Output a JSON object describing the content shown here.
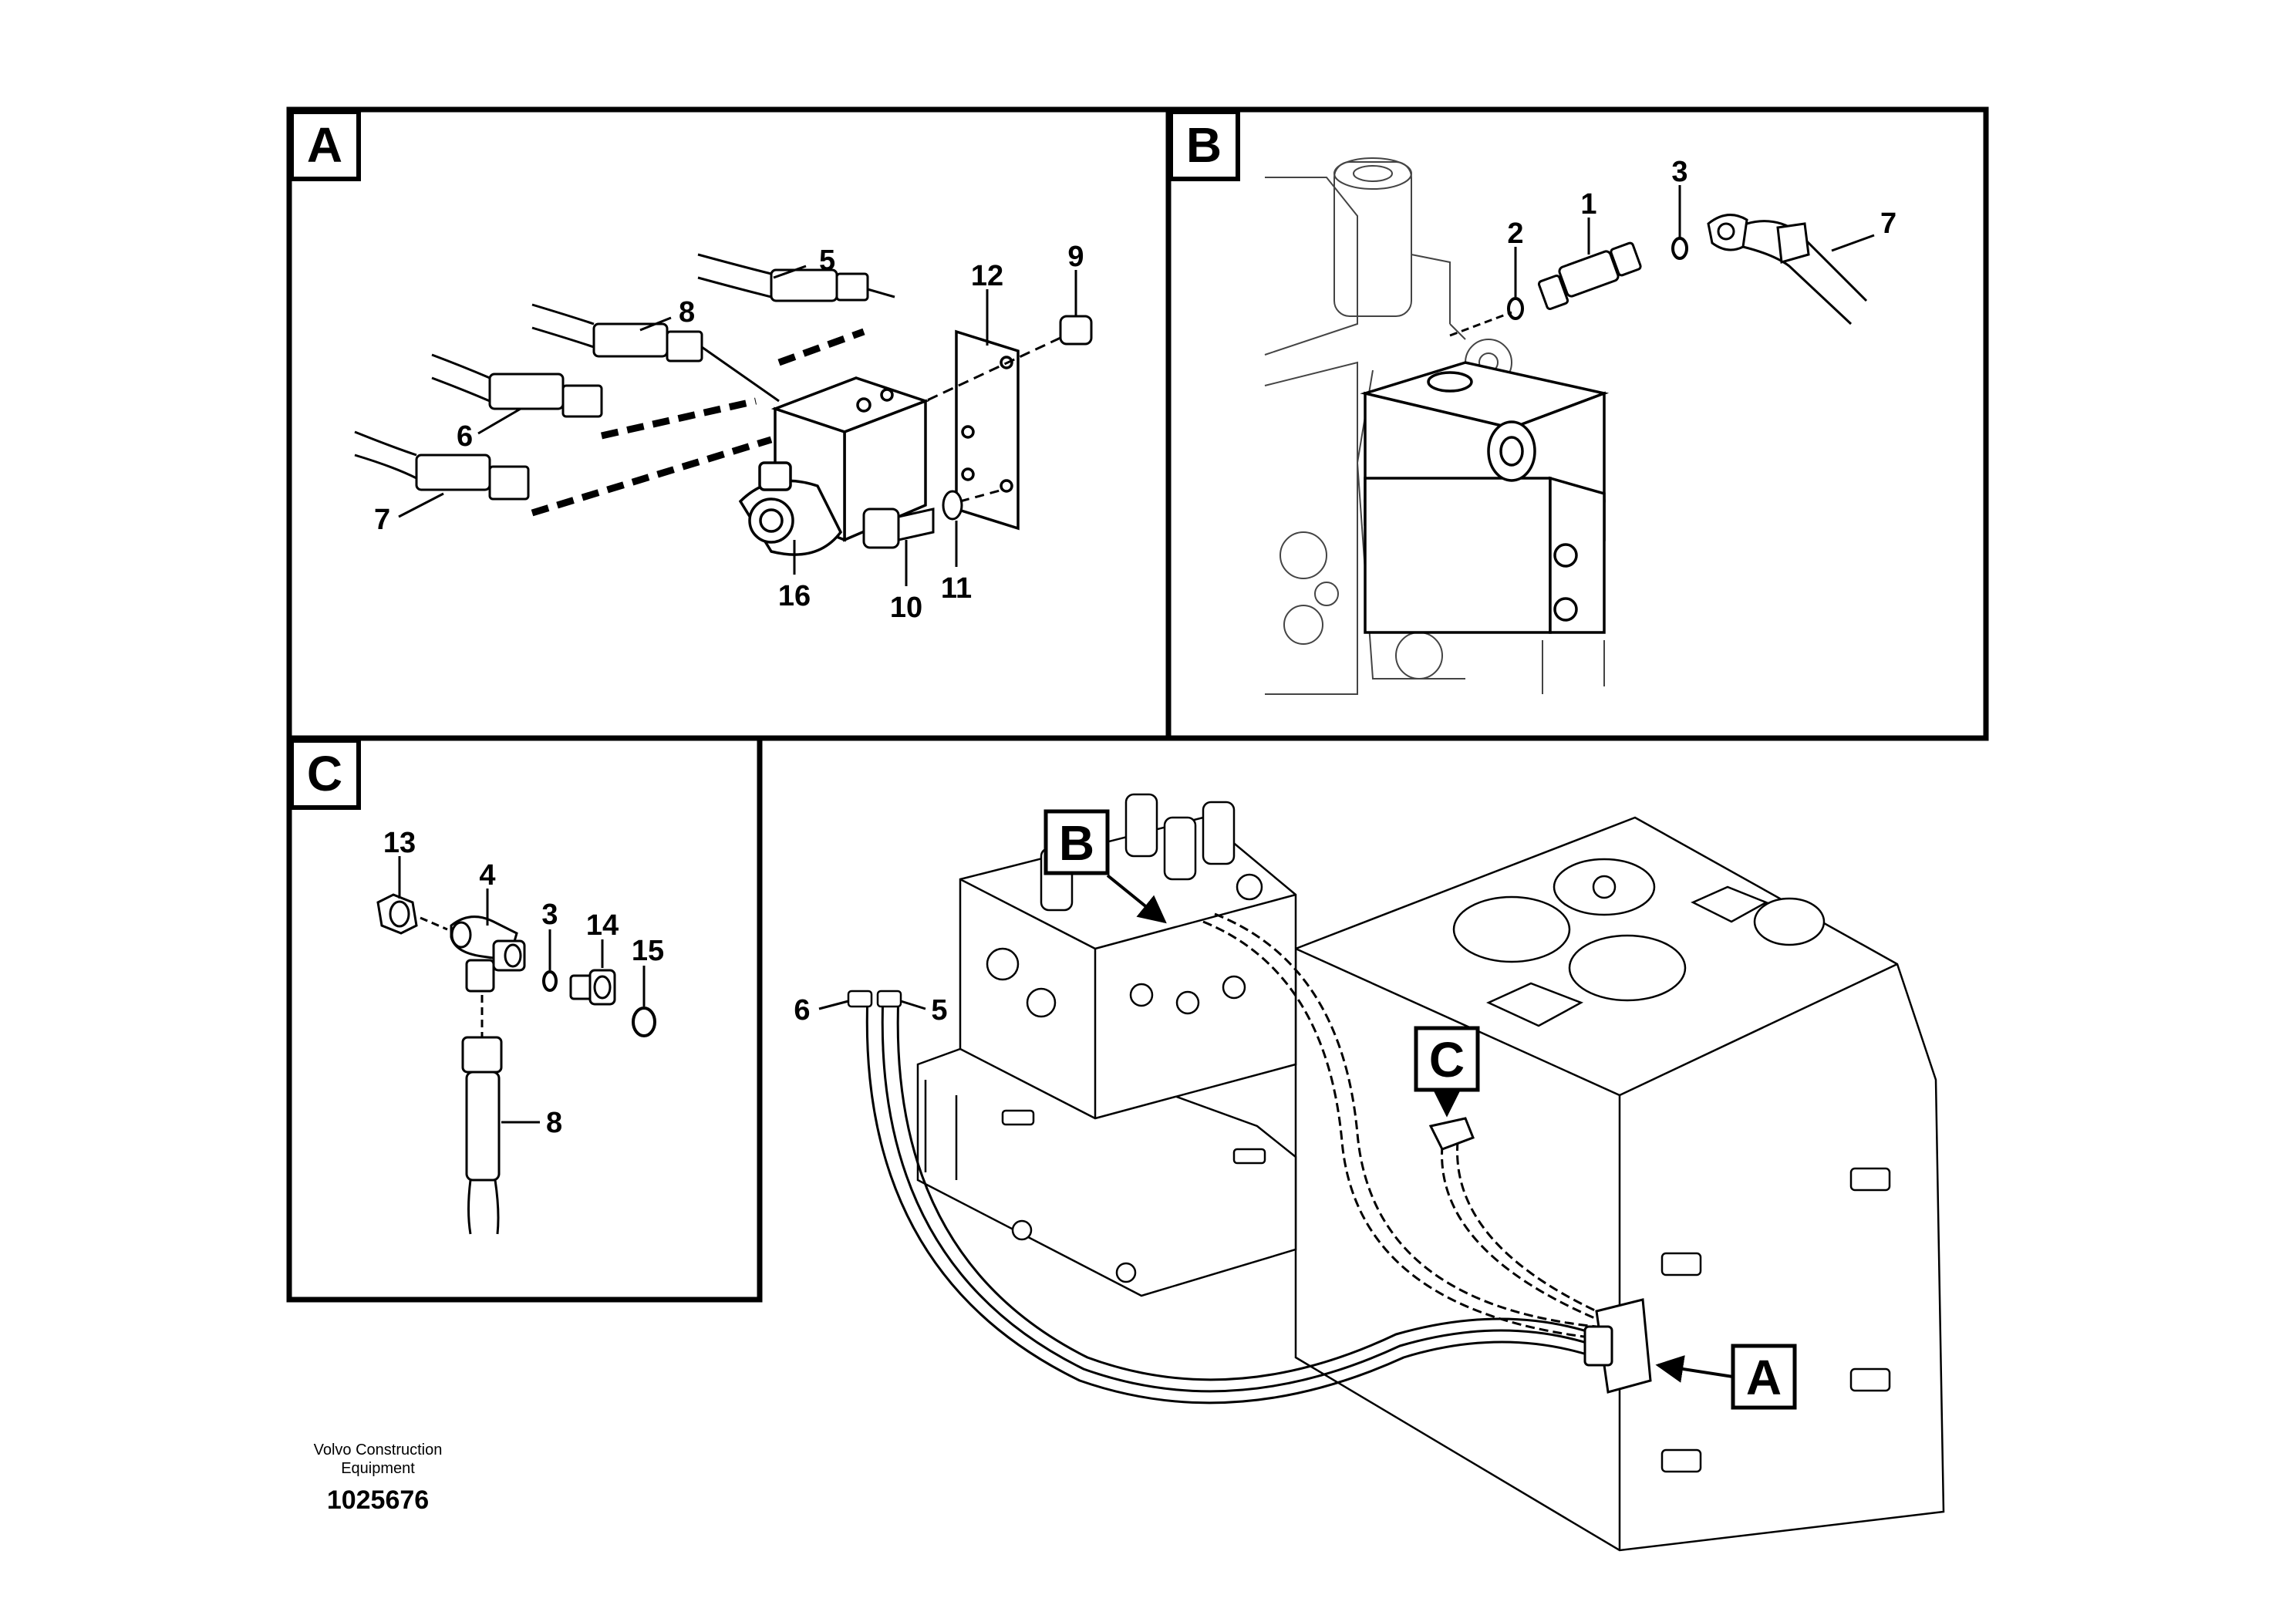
{
  "panels": {
    "A": {
      "letter": "A",
      "callouts": [
        "5",
        "8",
        "6",
        "7",
        "12",
        "9",
        "16",
        "10",
        "11"
      ]
    },
    "B": {
      "letter": "B",
      "callouts": [
        "2",
        "1",
        "3",
        "7"
      ]
    },
    "C": {
      "letter": "C",
      "callouts": [
        "13",
        "4",
        "3",
        "14",
        "15",
        "8"
      ]
    }
  },
  "overview": {
    "markers": [
      "B",
      "C",
      "A"
    ],
    "callouts": [
      "6",
      "5"
    ]
  },
  "footer": {
    "brand_line1": "Volvo Construction",
    "brand_line2": "Equipment",
    "drawing_number": "1025676"
  }
}
